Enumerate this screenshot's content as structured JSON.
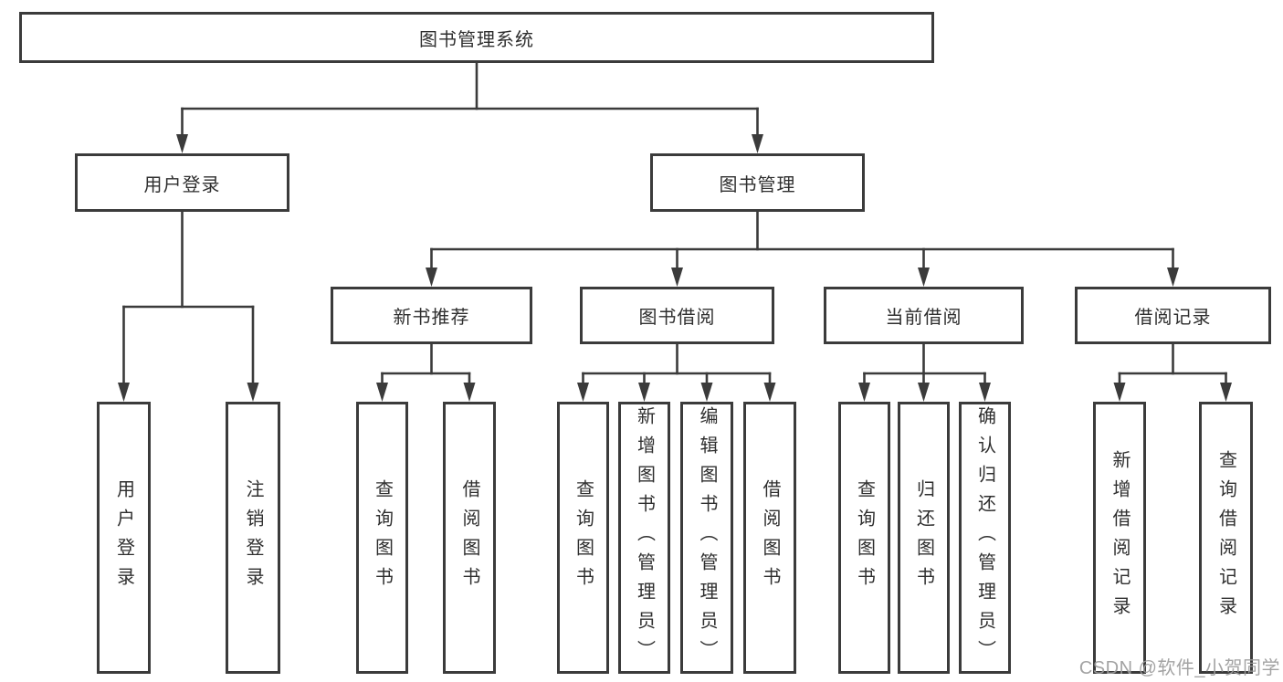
{
  "diagram": {
    "type": "hierarchy-tree",
    "title": "图书管理系统",
    "watermark": "CSDN @软件_小贺同学",
    "colors": {
      "line": "#3b3b3b",
      "text": "#2f2f2f",
      "box_background": "#ffffff",
      "watermark": "#9b9b9b"
    },
    "nodes": [
      {
        "id": "root",
        "label": "图书管理系统",
        "parent": null,
        "orientation": "horizontal"
      },
      {
        "id": "user-login",
        "label": "用户登录",
        "parent": "root",
        "orientation": "horizontal"
      },
      {
        "id": "book-mgmt",
        "label": "图书管理",
        "parent": "root",
        "orientation": "horizontal"
      },
      {
        "id": "login",
        "label": "用户登录",
        "parent": "user-login",
        "orientation": "vertical"
      },
      {
        "id": "logout",
        "label": "注销登录",
        "parent": "user-login",
        "orientation": "vertical"
      },
      {
        "id": "new-book-rec",
        "label": "新书推荐",
        "parent": "book-mgmt",
        "orientation": "horizontal"
      },
      {
        "id": "book-borrow",
        "label": "图书借阅",
        "parent": "book-mgmt",
        "orientation": "horizontal"
      },
      {
        "id": "current-borrow",
        "label": "当前借阅",
        "parent": "book-mgmt",
        "orientation": "horizontal"
      },
      {
        "id": "borrow-record",
        "label": "借阅记录",
        "parent": "book-mgmt",
        "orientation": "horizontal"
      },
      {
        "id": "nbr-query",
        "label": "查询图书",
        "parent": "new-book-rec",
        "orientation": "vertical"
      },
      {
        "id": "nbr-borrow",
        "label": "借阅图书",
        "parent": "new-book-rec",
        "orientation": "vertical"
      },
      {
        "id": "bb-query",
        "label": "查询图书",
        "parent": "book-borrow",
        "orientation": "vertical"
      },
      {
        "id": "bb-add",
        "label": "新增图书（管理员）",
        "parent": "book-borrow",
        "orientation": "vertical"
      },
      {
        "id": "bb-edit",
        "label": "编辑图书（管理员）",
        "parent": "book-borrow",
        "orientation": "vertical"
      },
      {
        "id": "bb-borrow",
        "label": "借阅图书",
        "parent": "book-borrow",
        "orientation": "vertical"
      },
      {
        "id": "cb-query",
        "label": "查询图书",
        "parent": "current-borrow",
        "orientation": "vertical"
      },
      {
        "id": "cb-return",
        "label": "归还图书",
        "parent": "current-borrow",
        "orientation": "vertical"
      },
      {
        "id": "cb-confirm",
        "label": "确认归还（管理员）",
        "parent": "current-borrow",
        "orientation": "vertical"
      },
      {
        "id": "br-add",
        "label": "新增借阅记录",
        "parent": "borrow-record",
        "orientation": "vertical"
      },
      {
        "id": "br-query",
        "label": "查询借阅记录",
        "parent": "borrow-record",
        "orientation": "vertical"
      }
    ]
  }
}
